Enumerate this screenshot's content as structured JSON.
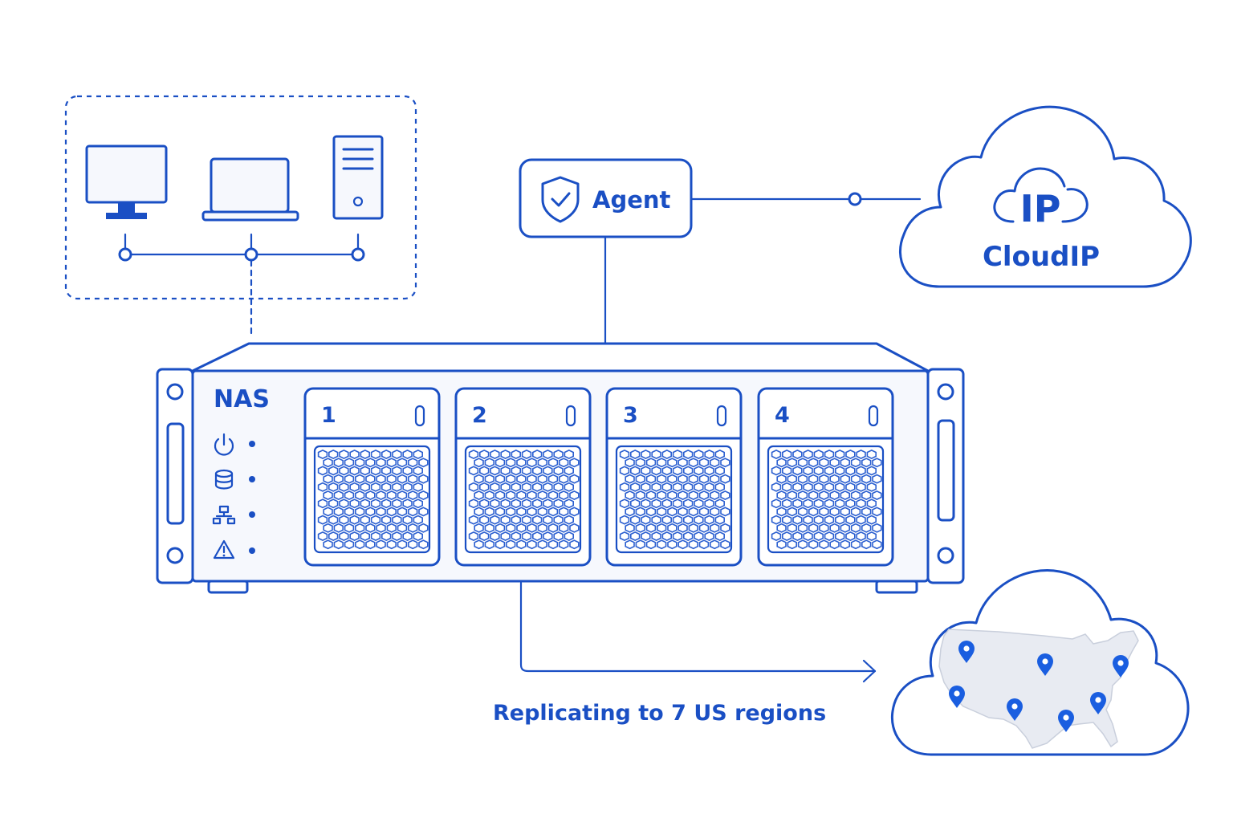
{
  "colors": {
    "accent": "#1a4fc4",
    "background": "#ffffff"
  },
  "clients": {
    "group_label": "",
    "devices": [
      {
        "icon": "desktop-monitor-icon"
      },
      {
        "icon": "laptop-icon"
      },
      {
        "icon": "tower-server-icon"
      }
    ]
  },
  "agent": {
    "label": "Agent",
    "icon": "shield-check-icon"
  },
  "cloud": {
    "logo_text": "IP",
    "label": "CloudIP"
  },
  "nas": {
    "label": "NAS",
    "status_icons": [
      "power-icon",
      "database-icon",
      "network-icon",
      "warning-icon"
    ],
    "bays": [
      {
        "number": "1"
      },
      {
        "number": "2"
      },
      {
        "number": "3"
      },
      {
        "number": "4"
      }
    ]
  },
  "replication": {
    "label": "Replicating to 7 US regions",
    "region_count": 7,
    "map_icon": "us-map-icon"
  }
}
